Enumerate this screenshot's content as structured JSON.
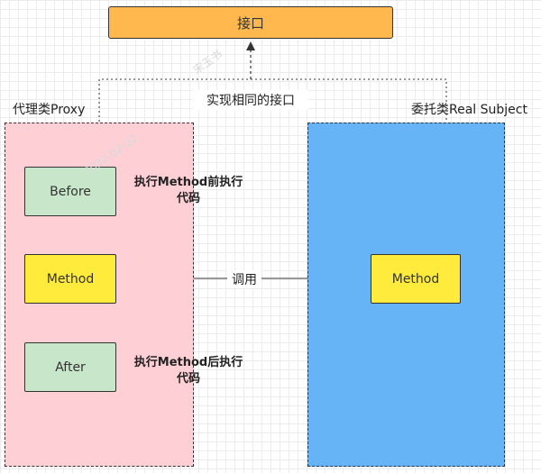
{
  "interface_label": "接口",
  "implements_label": "实现相同的接口",
  "proxy": {
    "title": "代理类Proxy",
    "before_label": "Before",
    "method_label": "Method",
    "after_label": "After",
    "before_note": [
      "执行Method前执行",
      "代码"
    ],
    "after_note": [
      "执行Method后执行",
      "代码"
    ]
  },
  "subject": {
    "title": "委托类Real Subject",
    "method_label": "Method"
  },
  "call_label": "调用",
  "watermarks": [
    "宋玉书",
    "2022-02-22"
  ],
  "colors": {
    "interface": "#ffb84d",
    "proxy_bg": "#ffcfd6",
    "subject_bg": "#66b3f5",
    "before_after": "#c8e6c9",
    "method": "#ffeb3b"
  }
}
